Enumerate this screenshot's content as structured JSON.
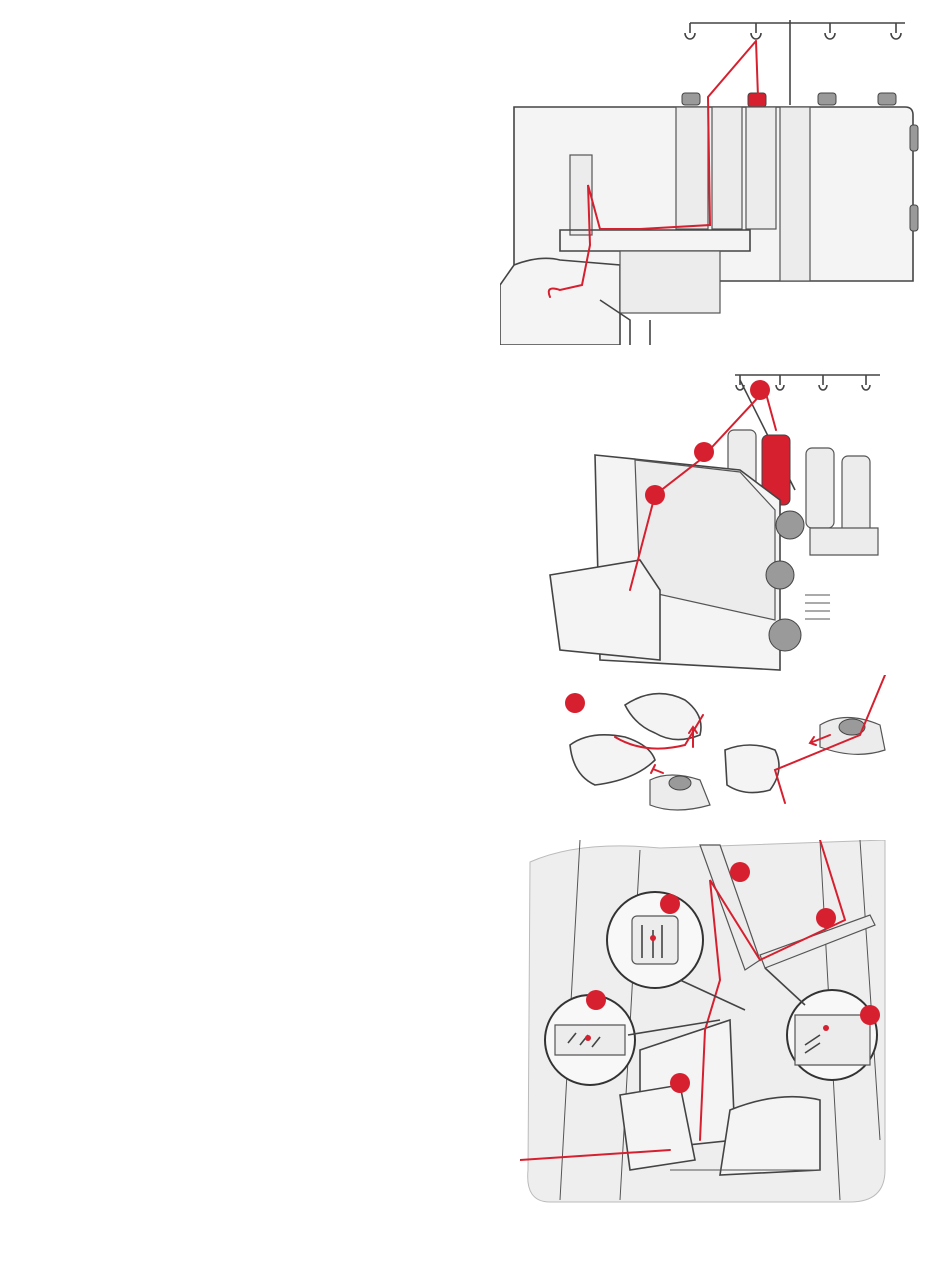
{
  "colors": {
    "thread": "#d6202f",
    "marker": "#d6202f",
    "outline": "#444444",
    "machine_body": "#f4f4f4",
    "panel": "#ececec",
    "background": "#ffffff"
  },
  "figures": [
    {
      "id": "fig-front-threading",
      "markers": 0
    },
    {
      "id": "fig-spool-threading",
      "markers": 3
    },
    {
      "id": "fig-spool-cap",
      "markers": 1
    },
    {
      "id": "fig-needle-threading",
      "markers": 6
    }
  ]
}
